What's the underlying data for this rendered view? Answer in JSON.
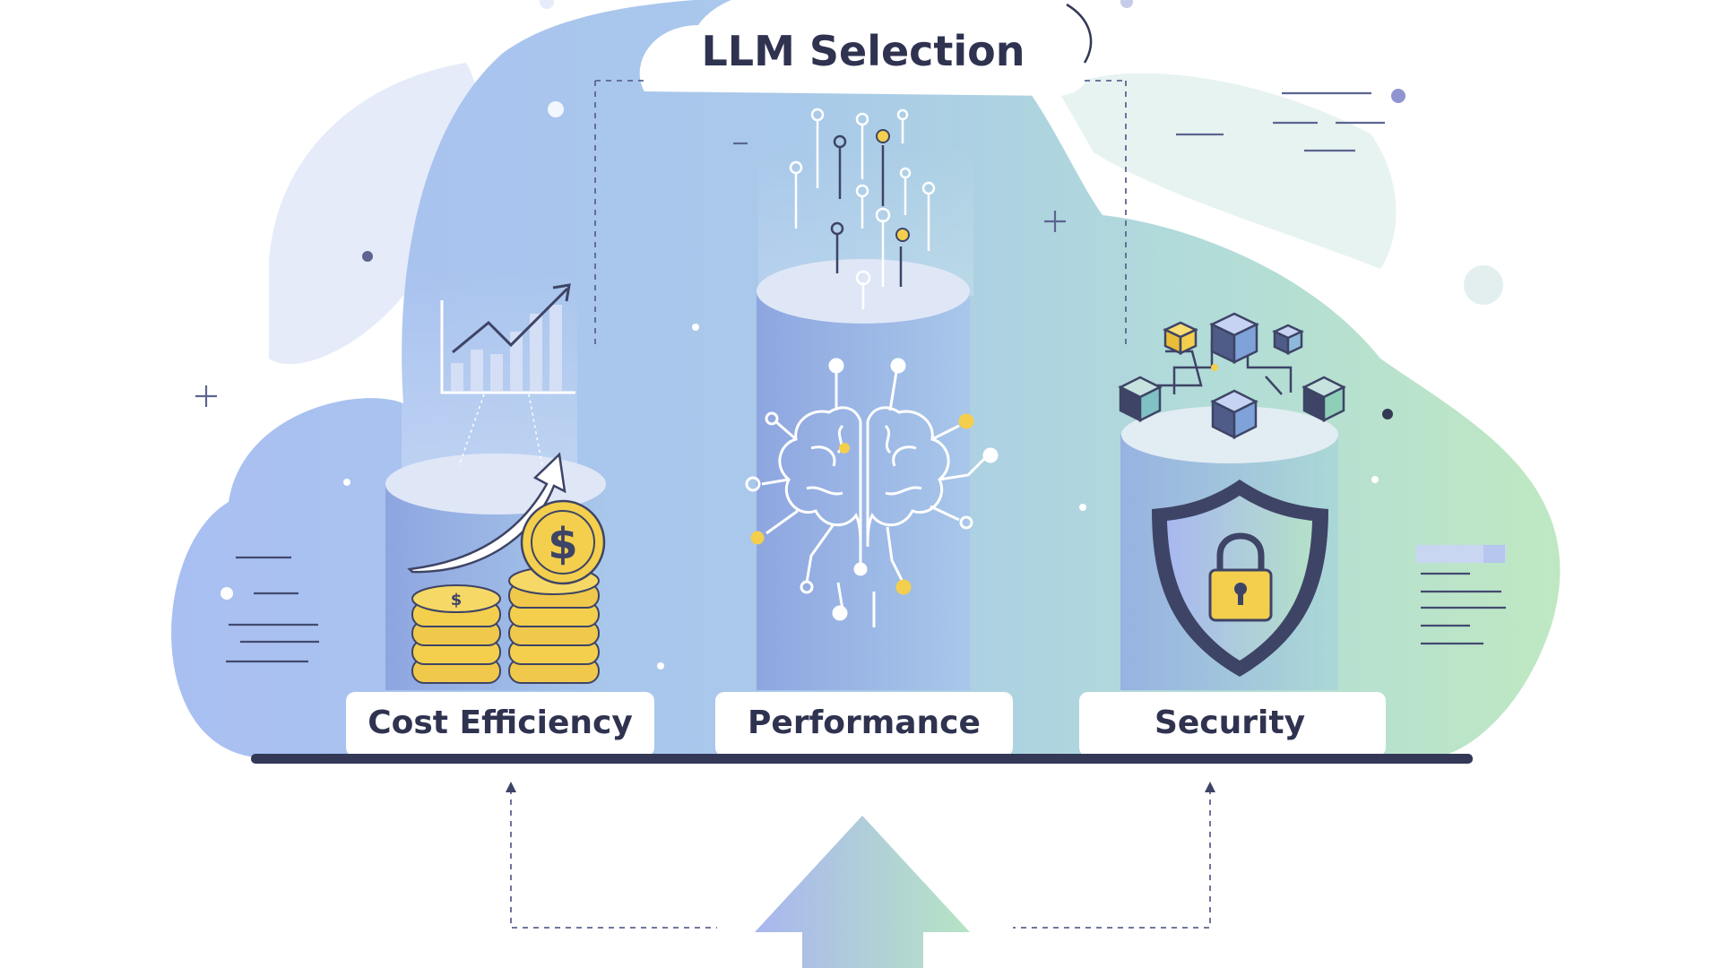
{
  "diagram": {
    "title": "LLM Selection",
    "pillars": [
      {
        "id": "cost",
        "label": "Cost Efficiency",
        "icons": [
          "coins-icon",
          "dollar-coin-icon",
          "growth-arrow-icon",
          "bar-chart-icon"
        ]
      },
      {
        "id": "performance",
        "label": "Performance",
        "icons": [
          "brain-circuit-icon"
        ]
      },
      {
        "id": "security",
        "label": "Security",
        "icons": [
          "shield-lock-icon",
          "cube-network-icon"
        ]
      }
    ]
  },
  "colors": {
    "blue": "#9bb6ee",
    "teal": "#a8d8d3",
    "green": "#b6e7b9",
    "gold": "#f3cf4d",
    "navy": "#333856",
    "text": "#2f3350"
  }
}
